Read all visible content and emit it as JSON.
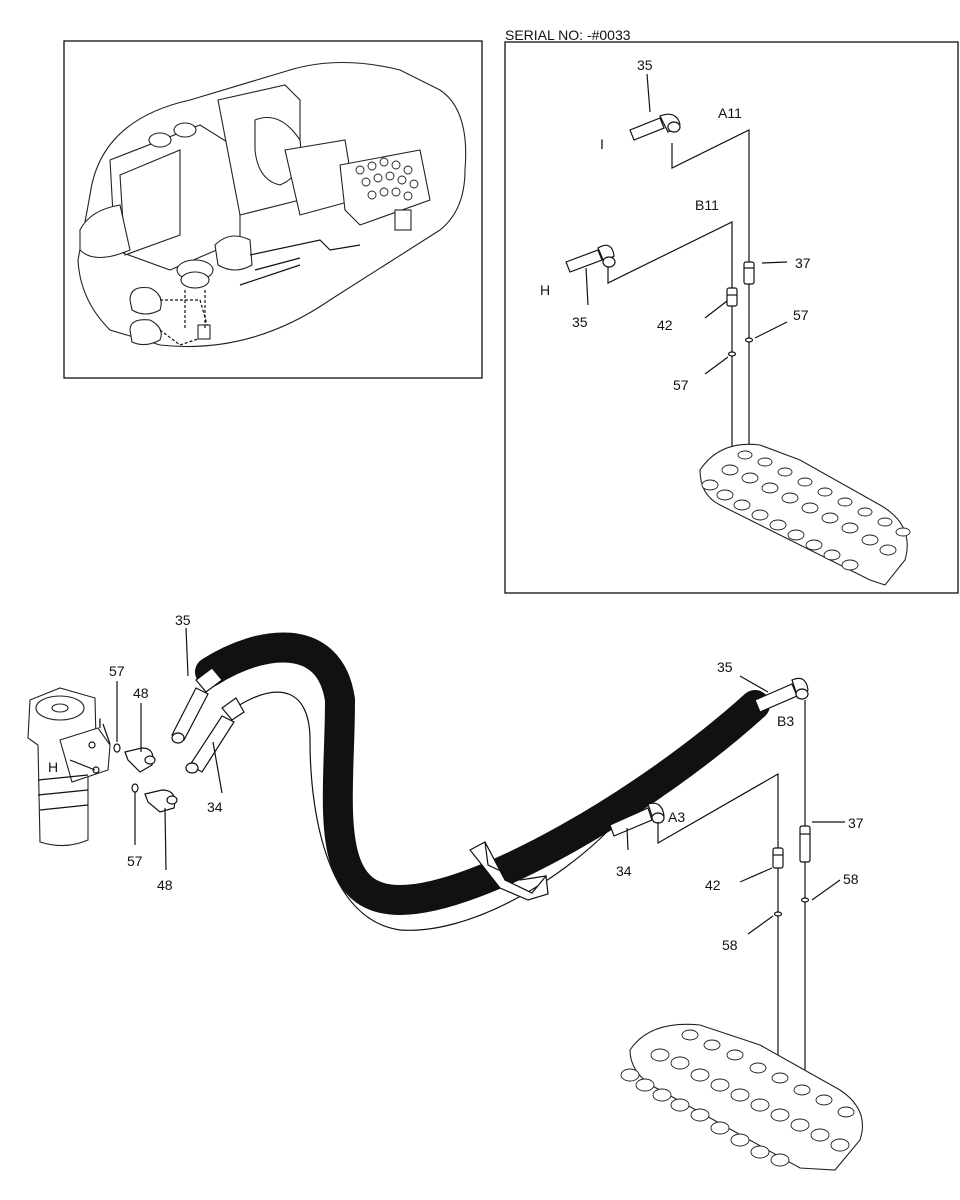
{
  "header": {
    "serial": "SERIAL NO: -#0033"
  },
  "inset": {
    "labels": {
      "p35_top": "35",
      "port_I": "I",
      "A11": "A11",
      "B11": "B11",
      "port_H": "H",
      "p35_bot": "35",
      "p37": "37",
      "p42": "42",
      "p57_right": "57",
      "p57_left": "57"
    }
  },
  "main": {
    "labels": {
      "p35_left": "35",
      "p57_top": "57",
      "p48_top": "48",
      "port_I": "I",
      "port_H": "H",
      "p34_left": "34",
      "p57_bot": "57",
      "p48_bot": "48",
      "p35_right": "35",
      "B3": "B3",
      "p37": "37",
      "A3": "A3",
      "p34_mid": "34",
      "p42": "42",
      "p58_right": "58",
      "p58_left": "58"
    }
  }
}
